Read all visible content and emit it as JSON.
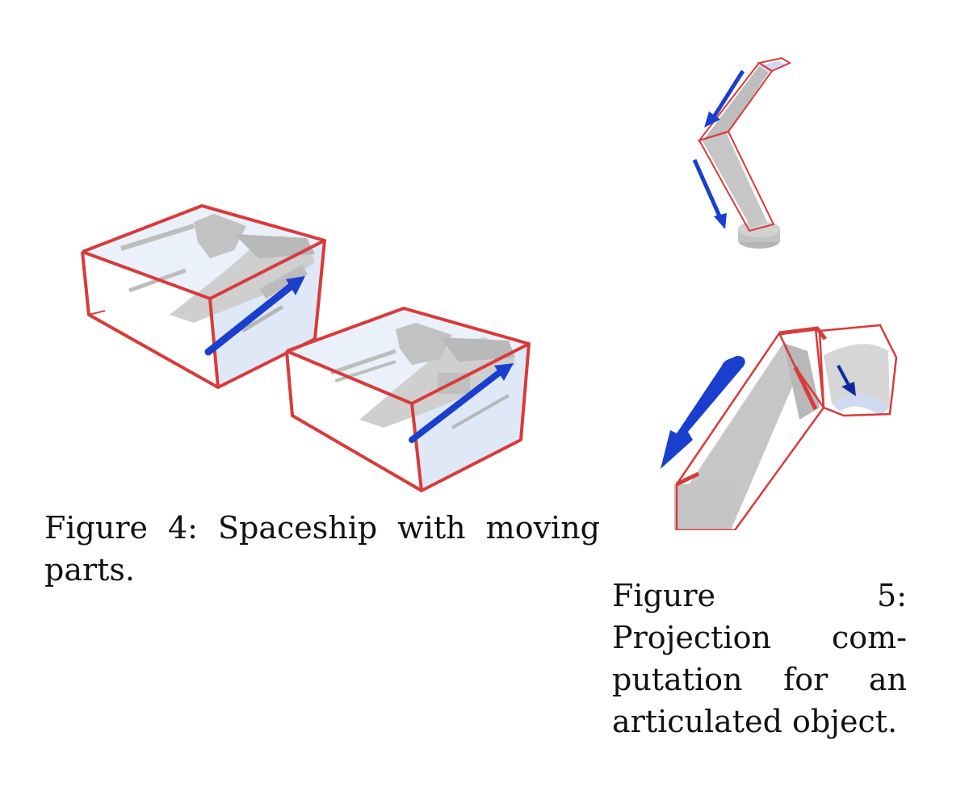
{
  "figure4": {
    "caption_line1": "Figure 4:  Spaceship with moving",
    "caption_line2": "parts."
  },
  "figure5": {
    "caption_lines": [
      "Figure 5:",
      "Projection com-",
      "putation for an",
      "articulated object."
    ]
  },
  "colors": {
    "box_edge": "#d93a3a",
    "box_fill": "#c9d8f2",
    "arrow": "#1a3fcf",
    "arrow_dark": "#0f2a9e",
    "model": "#c7c7c7",
    "model_shade": "#a9a9a9"
  }
}
